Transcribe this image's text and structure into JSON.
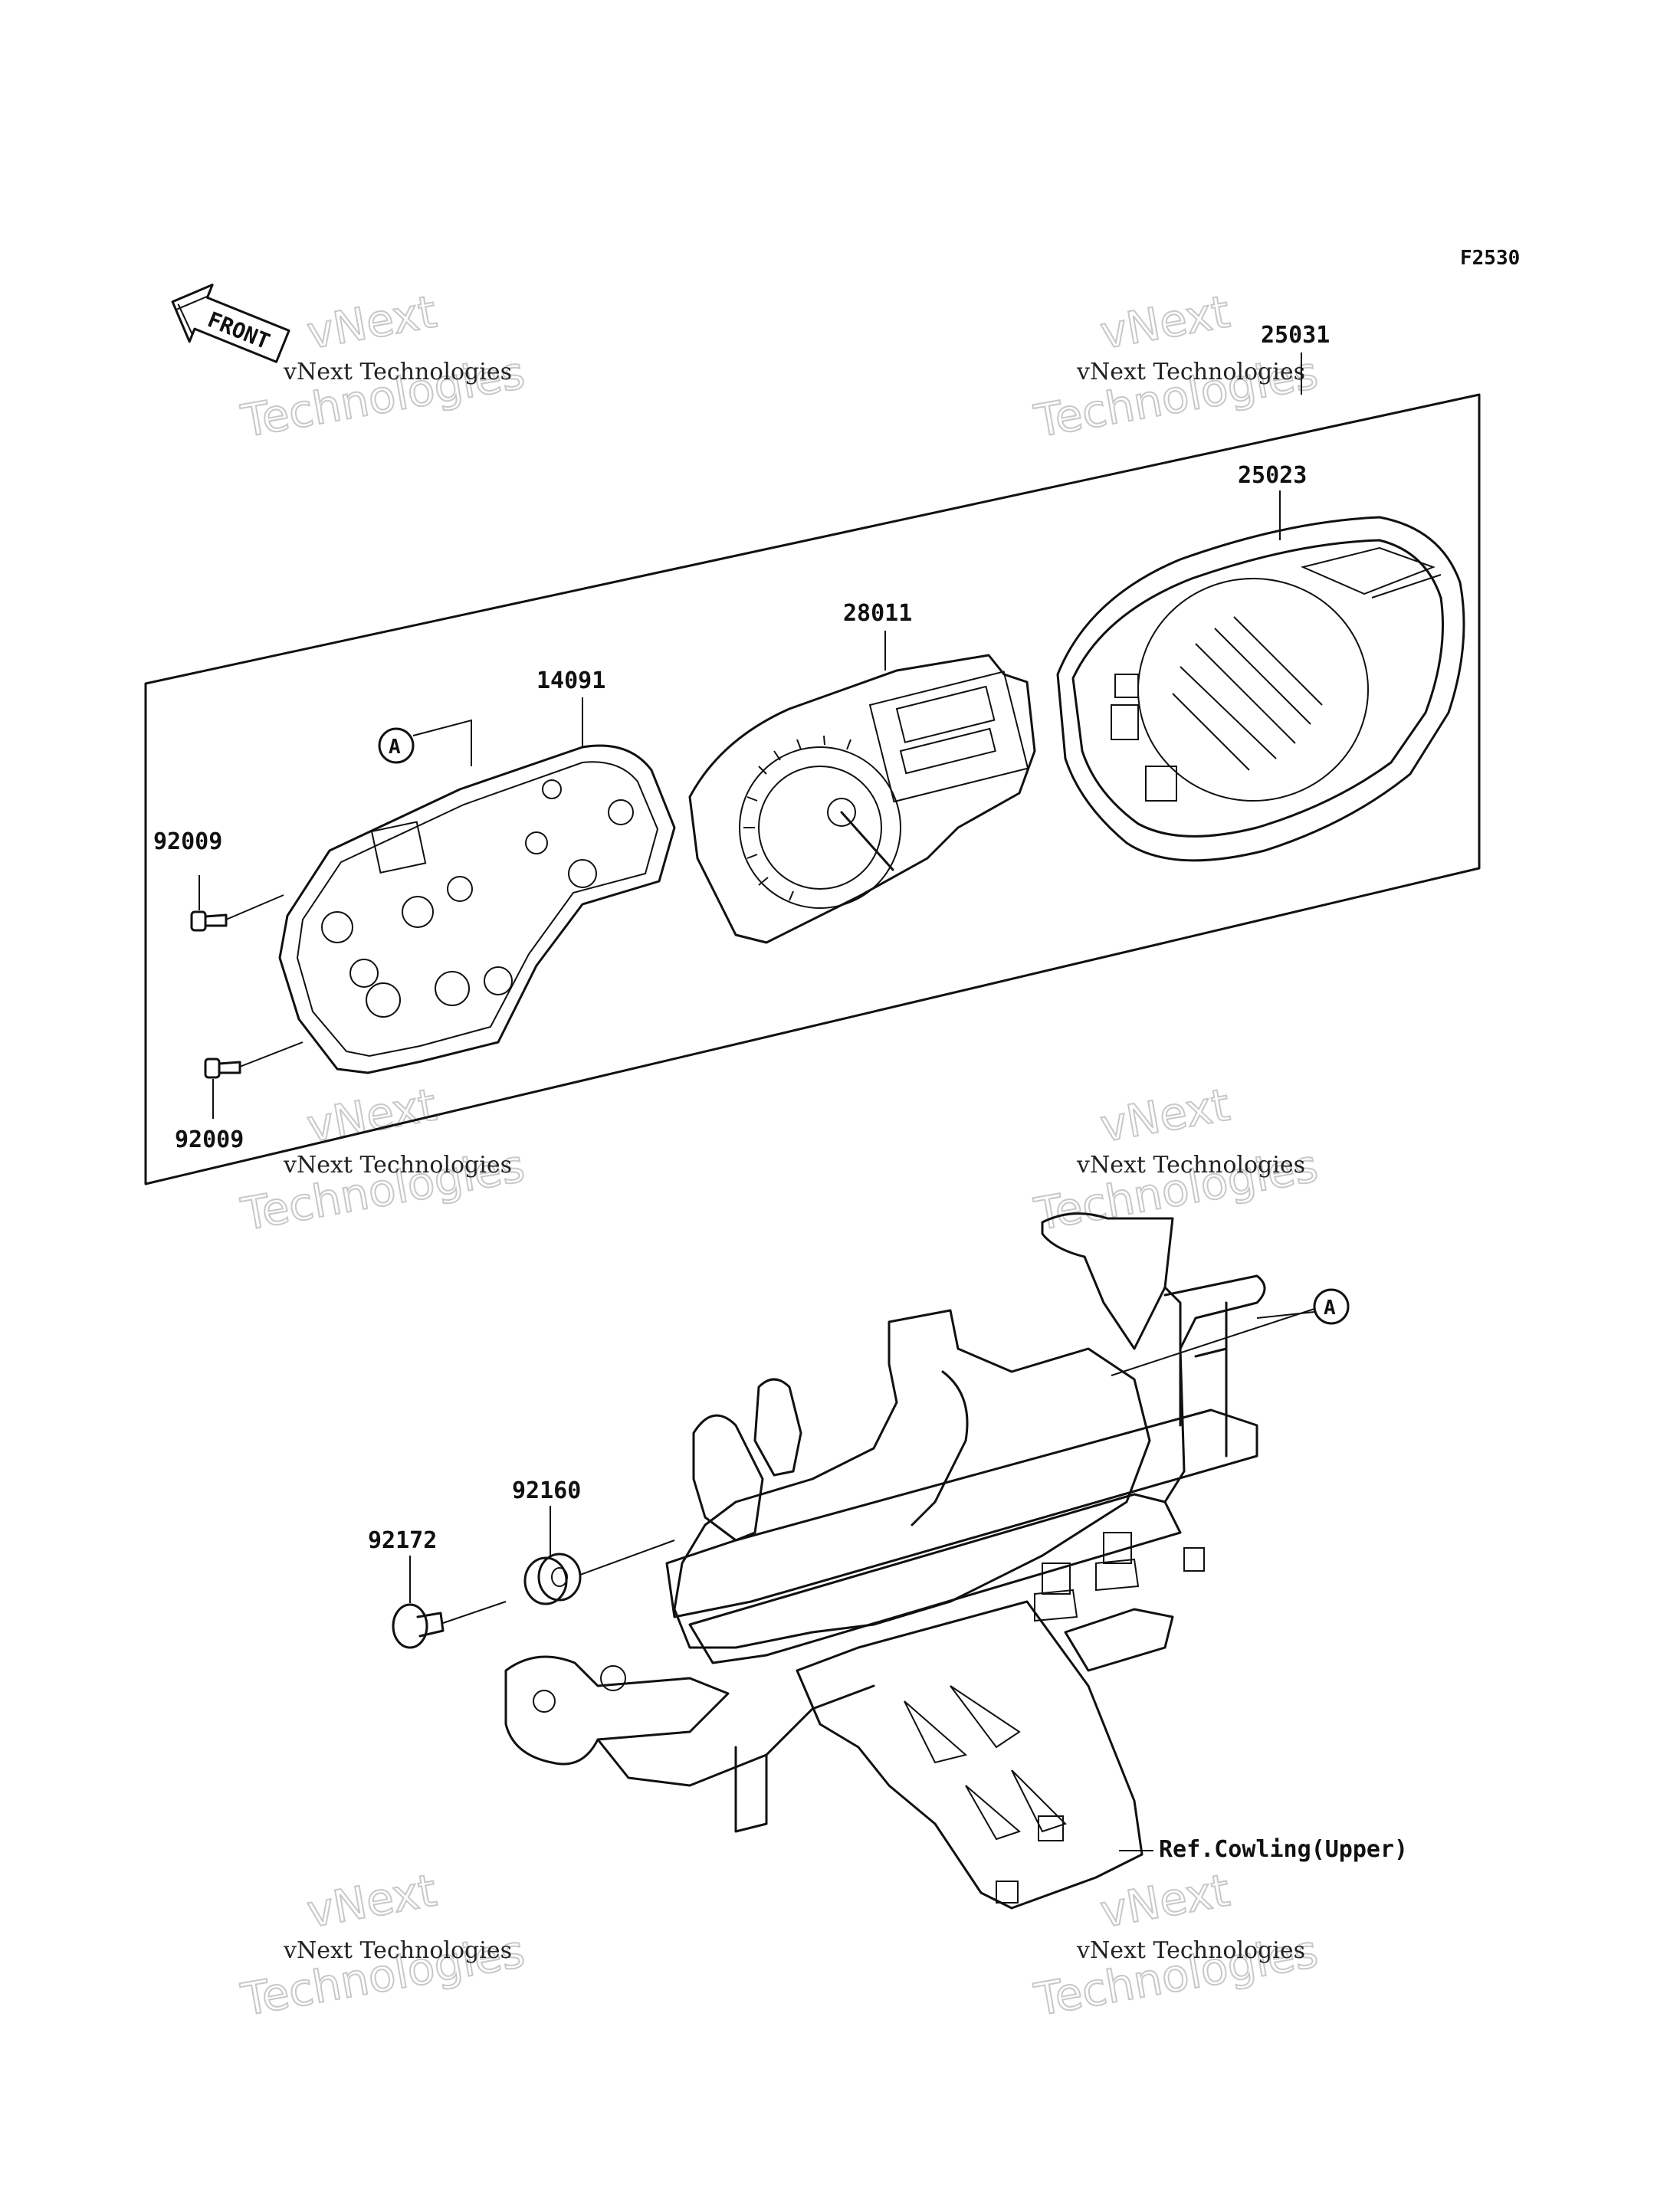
{
  "figure_code": "F2530",
  "front_marker": "FRONT",
  "callout_letter": "A",
  "parts": {
    "cover_assembly": "25031",
    "meter_cover": "25023",
    "meter_unit": "28011",
    "meter_case": "14091",
    "screw_top": "92009",
    "screw_bottom": "92009",
    "damper": "92160",
    "grommet_nut": "92172"
  },
  "ref_note": "Ref.Cowling(Upper)",
  "watermark": {
    "small": "vNext Technologies",
    "line1": "vNext",
    "line2": "Technologies"
  }
}
